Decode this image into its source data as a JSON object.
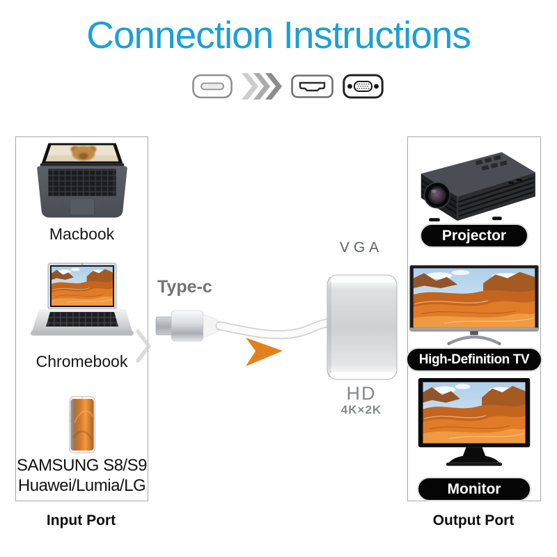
{
  "title": "Connection Instructions",
  "colors": {
    "title_blue": "#1b9fd6",
    "arrow_orange": "#e2811c",
    "pill_background": "#050505",
    "pill_text": "#ffffff"
  },
  "connector_row": {
    "icons": [
      "usb-c-port-icon",
      "forward-chevrons-icon",
      "hdmi-port-icon",
      "vga-port-icon"
    ]
  },
  "input_panel": {
    "caption": "Input Port",
    "devices": [
      {
        "label": "Macbook"
      },
      {
        "label": "Chromebook"
      },
      {
        "label": "SAMSUNG S8/S9",
        "label2": "Huawei/Lumia/LG"
      }
    ]
  },
  "adapter": {
    "connector_label": "Type-c",
    "top_port_label": "VGA",
    "bottom_port_label": "HD",
    "bottom_port_sublabel": "4K×2K"
  },
  "output_panel": {
    "caption": "Output Port",
    "devices": [
      {
        "label": "Projector"
      },
      {
        "label": "High-Definition TV"
      },
      {
        "label": "Monitor"
      }
    ]
  }
}
